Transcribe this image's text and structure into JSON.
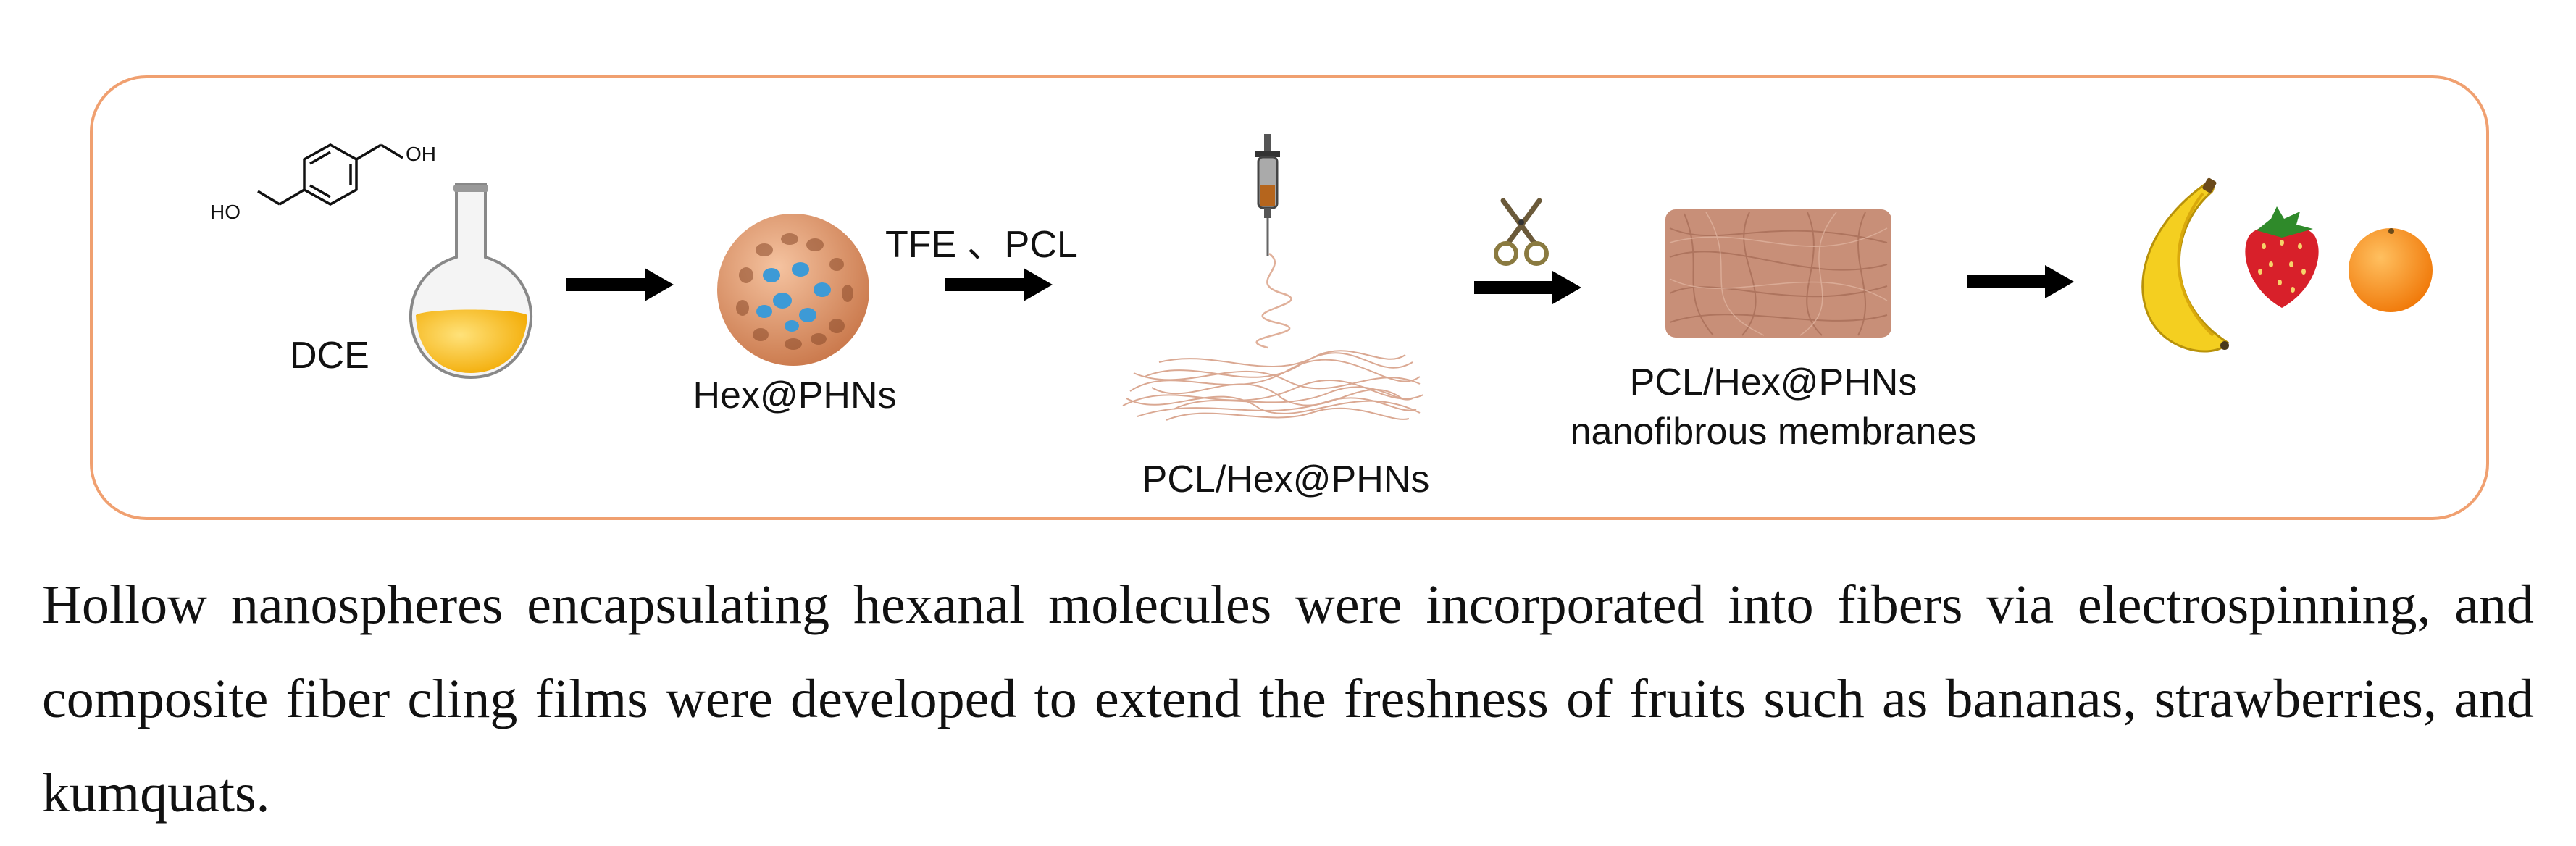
{
  "scheme": {
    "molecule": {
      "oh_top": "OH",
      "ho_left": "HO"
    },
    "dce_label": "DCE",
    "hex_phns_label": "Hex@PHNs",
    "arrow2_label": "TFE 、PCL",
    "pcl_hex_label": "PCL/Hex@PHNs",
    "membrane_label_line1": "PCL/Hex@PHNs",
    "membrane_label_line2": "nanofibrous membranes",
    "fruit_icons": [
      "banana-icon",
      "strawberry-icon",
      "orange-icon"
    ],
    "colors": {
      "frame": "#f0a070",
      "arrow": "#000000",
      "flask_liquid": "#f5b800",
      "nanosphere": "#e0956a",
      "nanosphere_cargo": "#3d9ad6",
      "fiber": "#d49a80",
      "membrane": "#c88f78"
    }
  },
  "caption": "Hollow nanospheres encapsulating hexanal molecules were incorporated into fibers via electrospinning, and composite fiber cling films were developed to extend the freshness of fruits such as bananas, strawberries, and kumquats."
}
